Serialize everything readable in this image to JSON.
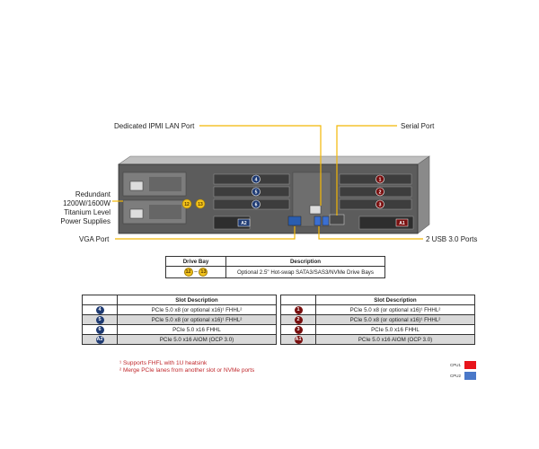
{
  "callouts": {
    "ipmi": "Dedicated IPMI LAN Port",
    "serial": "Serial Port",
    "psu": [
      "Redundant",
      "1200W/1600W",
      "Titanium Level",
      "Power Supplies"
    ],
    "vga": "VGA Port",
    "usb": "2 USB 3.0 Ports"
  },
  "chassis_badges": {
    "blue": [
      "4",
      "5",
      "6",
      "A2"
    ],
    "red": [
      "1",
      "2",
      "3",
      "A1"
    ],
    "drive": [
      "12",
      "13"
    ]
  },
  "drive_bay_table": {
    "headers": [
      "Drive Bay",
      "Description"
    ],
    "row": {
      "from": "12",
      "dash": "–",
      "to": "13",
      "description": "Optional 2.5\" Hot-swap SATA3/SAS3/NVMe Drive Bays"
    }
  },
  "slot_table_left": {
    "header": "Slot Description",
    "rows": [
      {
        "badge": "4",
        "description": "PCIe 5.0 x8 (or optional x16)¹ FHHL²"
      },
      {
        "badge": "5",
        "description": "PCIe 5.0 x8 (or optional x16)¹ FHHL²"
      },
      {
        "badge": "6",
        "description": "PCIe 5.0 x16 FHHL"
      },
      {
        "badge": "A2",
        "description": "PCIe 5.0 x16 AIOM (OCP 3.0)"
      }
    ]
  },
  "slot_table_right": {
    "header": "Slot Description",
    "rows": [
      {
        "badge": "1",
        "description": "PCIe 5.0 x8 (or optional x16)¹ FHHL²"
      },
      {
        "badge": "2",
        "description": "PCIe 5.0 x8 (or optional x16)¹ FHHL²"
      },
      {
        "badge": "3",
        "description": "PCIe 5.0 x16 FHHL"
      },
      {
        "badge": "A1",
        "description": "PCIe 5.0 x16 AIOM (OCP 3.0)"
      }
    ]
  },
  "footnotes": [
    "¹ Supports FHFL with 1U heatsink",
    "² Merge PCIe lanes from another slot or NVMe ports"
  ],
  "cpu_legend": [
    {
      "label": "CPU1",
      "color": "#e8141b"
    },
    {
      "label": "CPU2",
      "color": "#4a78c8"
    }
  ],
  "colors": {
    "callout_line": "#f2b705",
    "badge_blue": "#1f3b73",
    "badge_red": "#7a1010",
    "footnote_red": "#c0282c"
  }
}
